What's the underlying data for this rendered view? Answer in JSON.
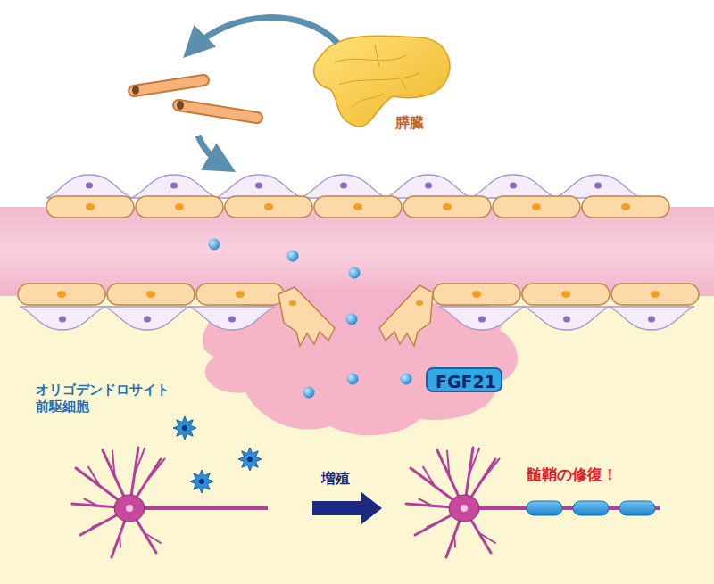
{
  "diagram": {
    "nodes": [
      {
        "text": [
          "FGF21"
        ]
      }
    ],
    "labels": [
      "膵臓",
      "オリゴデンドロサイト 前駆細胞",
      "増殖",
      "髄鞘の修復！"
    ]
  }
}
